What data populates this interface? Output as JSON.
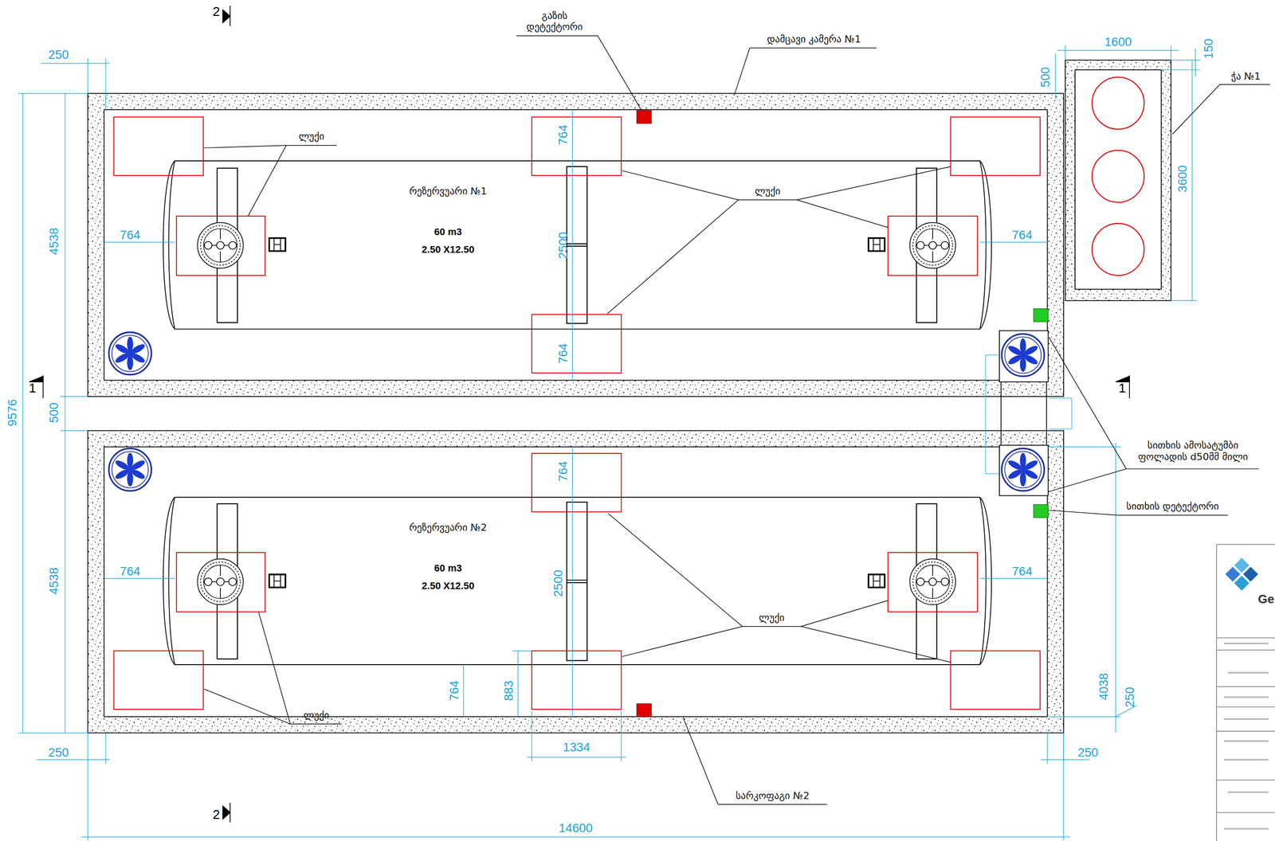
{
  "diagram": {
    "nodes": [
      {
        "text": [
          "დამცავი კამერა №1"
        ]
      },
      {
        "text": [
          "რეზერვუარი №1",
          "60 m3",
          "2.50 X12.50"
        ],
        "in": 0
      },
      {
        "text": [
          "ჭა №1"
        ]
      },
      {
        "text": [
          "სარკოფაგი №2"
        ]
      },
      {
        "text": [
          "რეზერვუარი №2",
          "60 m3",
          "2.50 X12.50"
        ],
        "in": 3
      }
    ],
    "labels": [
      "250",
      "1600",
      "150",
      "500",
      "3600",
      "4538",
      "764",
      "764",
      "2500",
      "764",
      "764",
      "9576",
      "500",
      "4538",
      "764",
      "764",
      "2500",
      "764",
      "764",
      "883",
      "1334",
      "4038",
      "250",
      "250",
      "250",
      "14600",
      "2",
      "1",
      "1",
      "2",
      "გაზის დეტექტორი",
      "ლუქი",
      "ლუქი",
      "ლუქი",
      "ლუქი",
      "სითხის ამოსატუმბი ფოლადის d50მმ მილი",
      "სითხის დეტექტორი",
      "Ge"
    ]
  }
}
